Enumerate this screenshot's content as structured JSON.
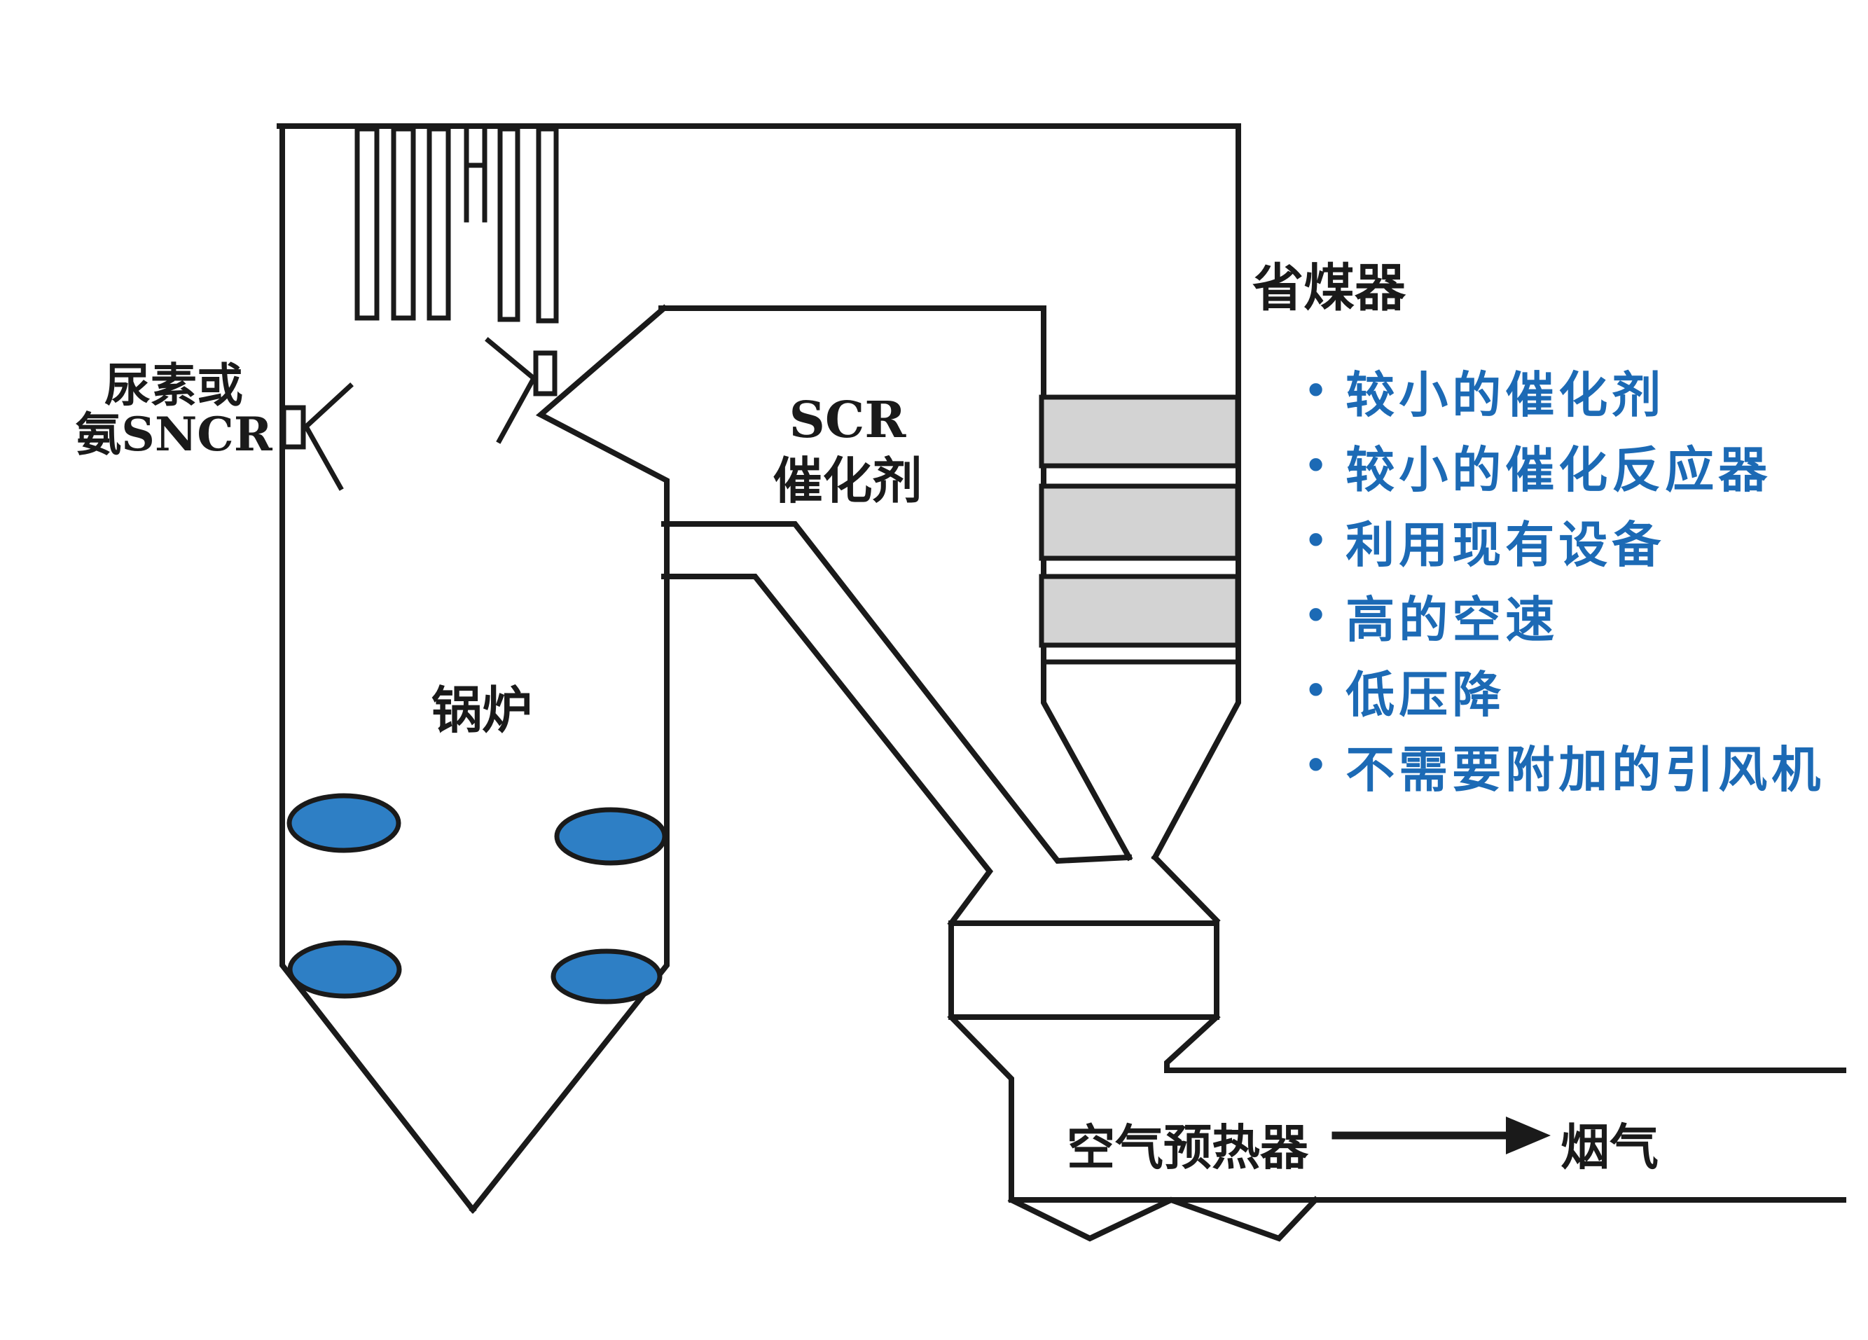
{
  "colors": {
    "line": "#1a1a1a",
    "background": "#ffffff",
    "catalyst_gray": "#d3d3d3",
    "burner_blue": "#2e7fc5",
    "accent_blue": "#1c6ab5"
  },
  "labels": {
    "sncr_line1": "尿素或",
    "sncr_line2": "氨SNCR",
    "boiler": "锅炉",
    "scr_line1": "SCR",
    "scr_line2": "催化剂",
    "economizer": "省煤器",
    "air_preheater": "空气预热器",
    "flue_gas": "烟气"
  },
  "right_panel": {
    "bullet": "•",
    "items": [
      "较小的催化剂",
      "较小的催化反应器",
      "利用现有设备",
      "高的空速",
      "低压降",
      "不需要附加的引风机"
    ]
  }
}
